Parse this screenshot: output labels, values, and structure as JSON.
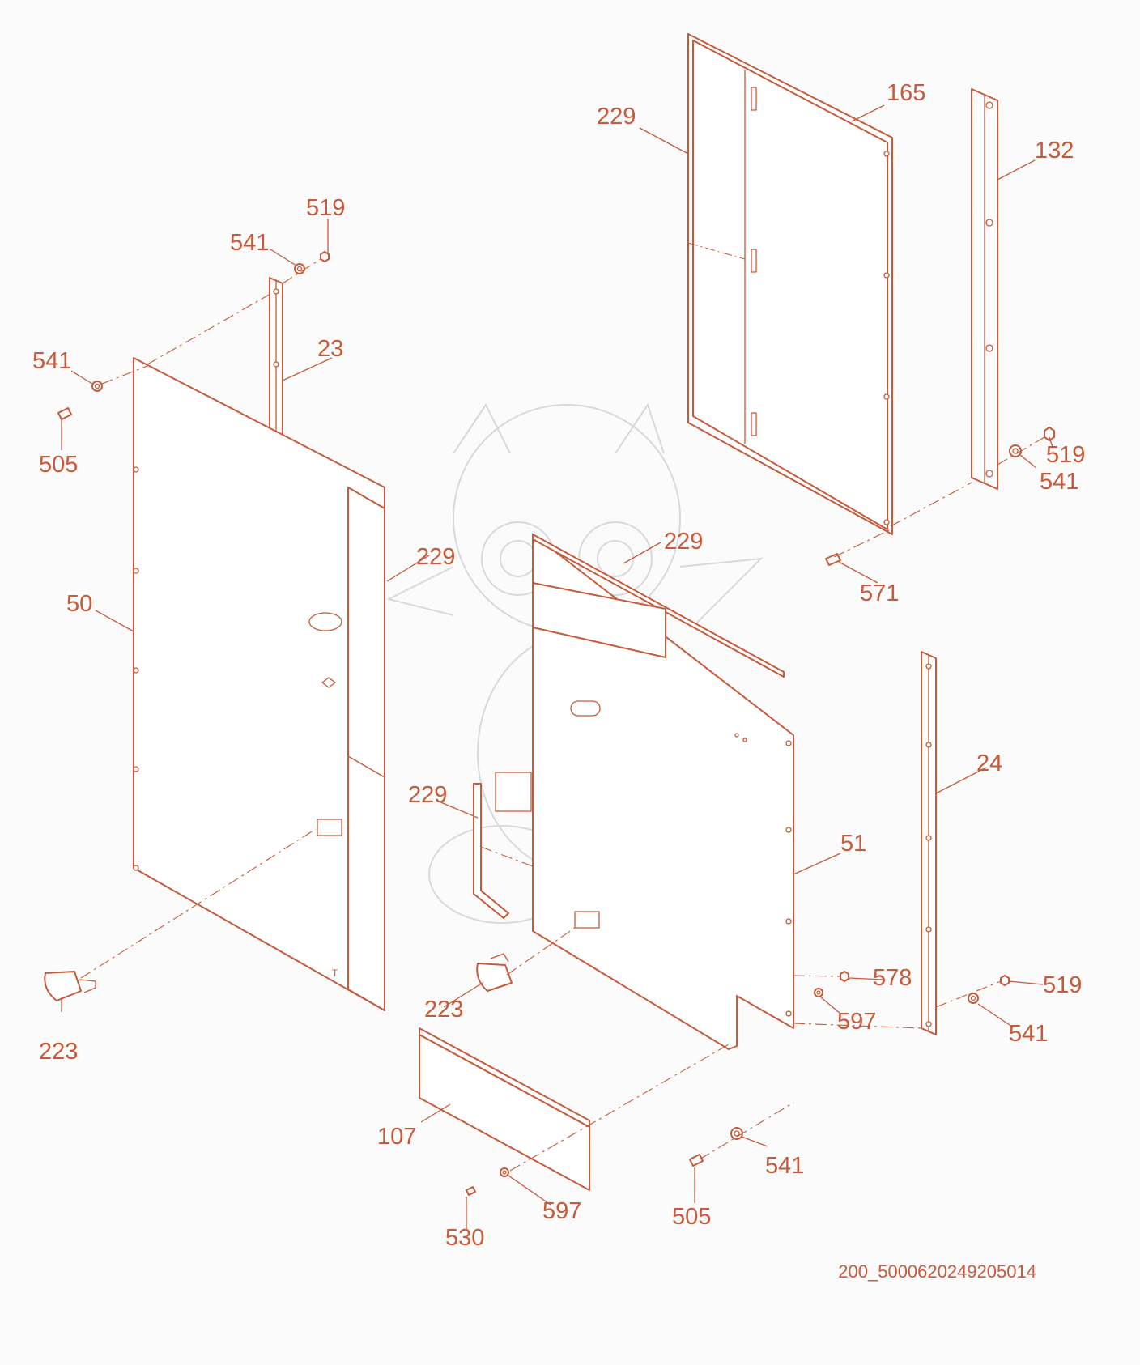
{
  "colors": {
    "line": "#c65a3a",
    "label": "#c65a3a",
    "fill": "#ffffff",
    "watermark": "#d9d9d9",
    "background": "#fbfbfb"
  },
  "callouts": {
    "c229_top": "229",
    "c165": "165",
    "c132": "132",
    "c519_a": "519",
    "c541_a": "541",
    "c23": "23",
    "c541_b": "541",
    "c505_a": "505",
    "c519_b": "519",
    "c541_c": "541",
    "c229_left": "229",
    "c229_mid": "229",
    "c571": "571",
    "c50": "50",
    "c24": "24",
    "c229_small": "229",
    "c51": "51",
    "c578": "578",
    "c597_a": "597",
    "c519_c": "519",
    "c541_d": "541",
    "c223_a": "223",
    "c223_b": "223",
    "c107": "107",
    "c541_e": "541",
    "c597_b": "597",
    "c505_b": "505",
    "c530": "530"
  },
  "reference_id": "200_5000620249205014"
}
